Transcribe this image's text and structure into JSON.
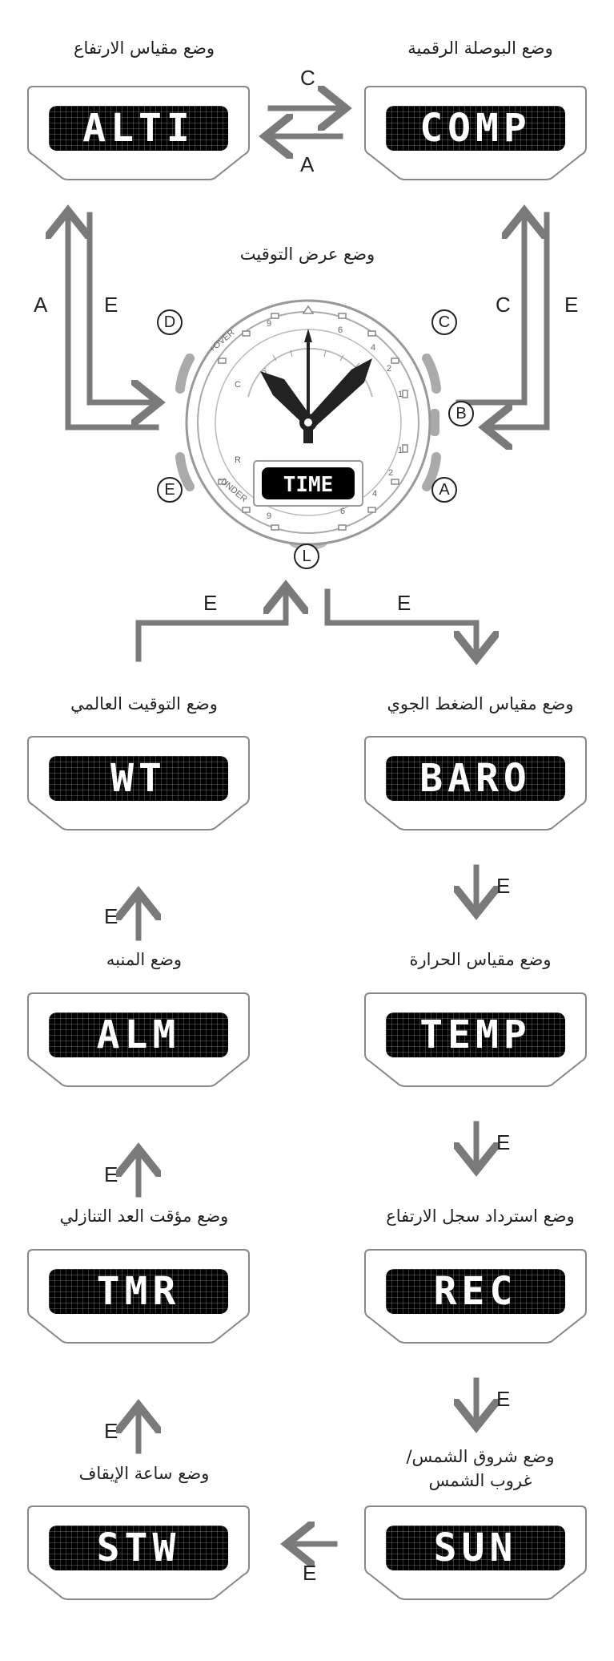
{
  "modes": {
    "alti": {
      "title": "وضع مقياس الارتفاع",
      "lcd": "ALTI"
    },
    "comp": {
      "title": "وضع البوصلة الرقمية",
      "lcd": "COMP"
    },
    "time": {
      "title": "وضع عرض التوقيت",
      "lcd": "TIME"
    },
    "wt": {
      "title": "وضع التوقيت العالمي",
      "lcd": "WT"
    },
    "baro": {
      "title": "وضع مقياس الضغط الجوي",
      "lcd": "BARO"
    },
    "alm": {
      "title": "وضع المنبه",
      "lcd": "ALM"
    },
    "temp": {
      "title": "وضع مقياس الحرارة",
      "lcd": "TEMP"
    },
    "tmr": {
      "title": "وضع مؤقت العد التنازلي",
      "lcd": "TMR"
    },
    "rec": {
      "title": "وضع استرداد سجل الارتفاع",
      "lcd": "REC"
    },
    "stw": {
      "title": "وضع ساعة الإيقاف",
      "lcd": "STW"
    },
    "sun": {
      "title_line1": "وضع شروق الشمس/",
      "title_line2": "غروب الشمس",
      "lcd": "SUN"
    }
  },
  "keys": {
    "c_top": "C",
    "a_top": "A",
    "a_left": "A",
    "e_left": "E",
    "c_right": "C",
    "e_right": "E",
    "e_bl": "E",
    "e_br": "E",
    "e_baro_temp": "E",
    "e_temp_rec": "E",
    "e_rec_sun": "E",
    "e_sun_stw": "E",
    "e_stw_tmr": "E",
    "e_tmr_alm": "E",
    "e_alm_wt": "E"
  },
  "watch": {
    "buttons": {
      "a": "A",
      "b": "B",
      "c": "C",
      "d": "D",
      "e": "E",
      "l": "L"
    },
    "dial": {
      "over": "+OVER",
      "under": "-UNDER",
      "c": "C",
      "r": "R",
      "n9_top": "9",
      "n6_top": "6",
      "n4_top": "4",
      "n2_top": "2",
      "n1_right": "1",
      "n1_lower": "1",
      "n2_lower": "2",
      "n4_lower": "4",
      "n6_lower": "6",
      "n9_lower": "9",
      "five": "5"
    }
  },
  "colors": {
    "arrow": "#7a7a7a",
    "stroke": "#888888",
    "lcd": "#000000"
  }
}
